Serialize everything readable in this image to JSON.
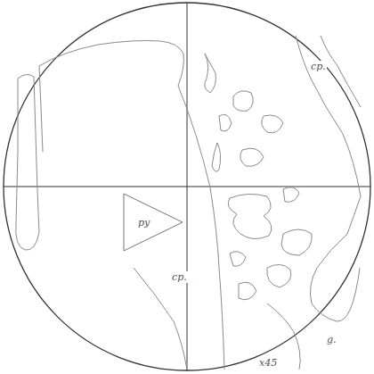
{
  "diagram": {
    "nodes": [
      {
        "text": [
          "py"
        ]
      }
    ],
    "labels": [
      "cp.",
      "cp.",
      "g.",
      "x45"
    ]
  }
}
